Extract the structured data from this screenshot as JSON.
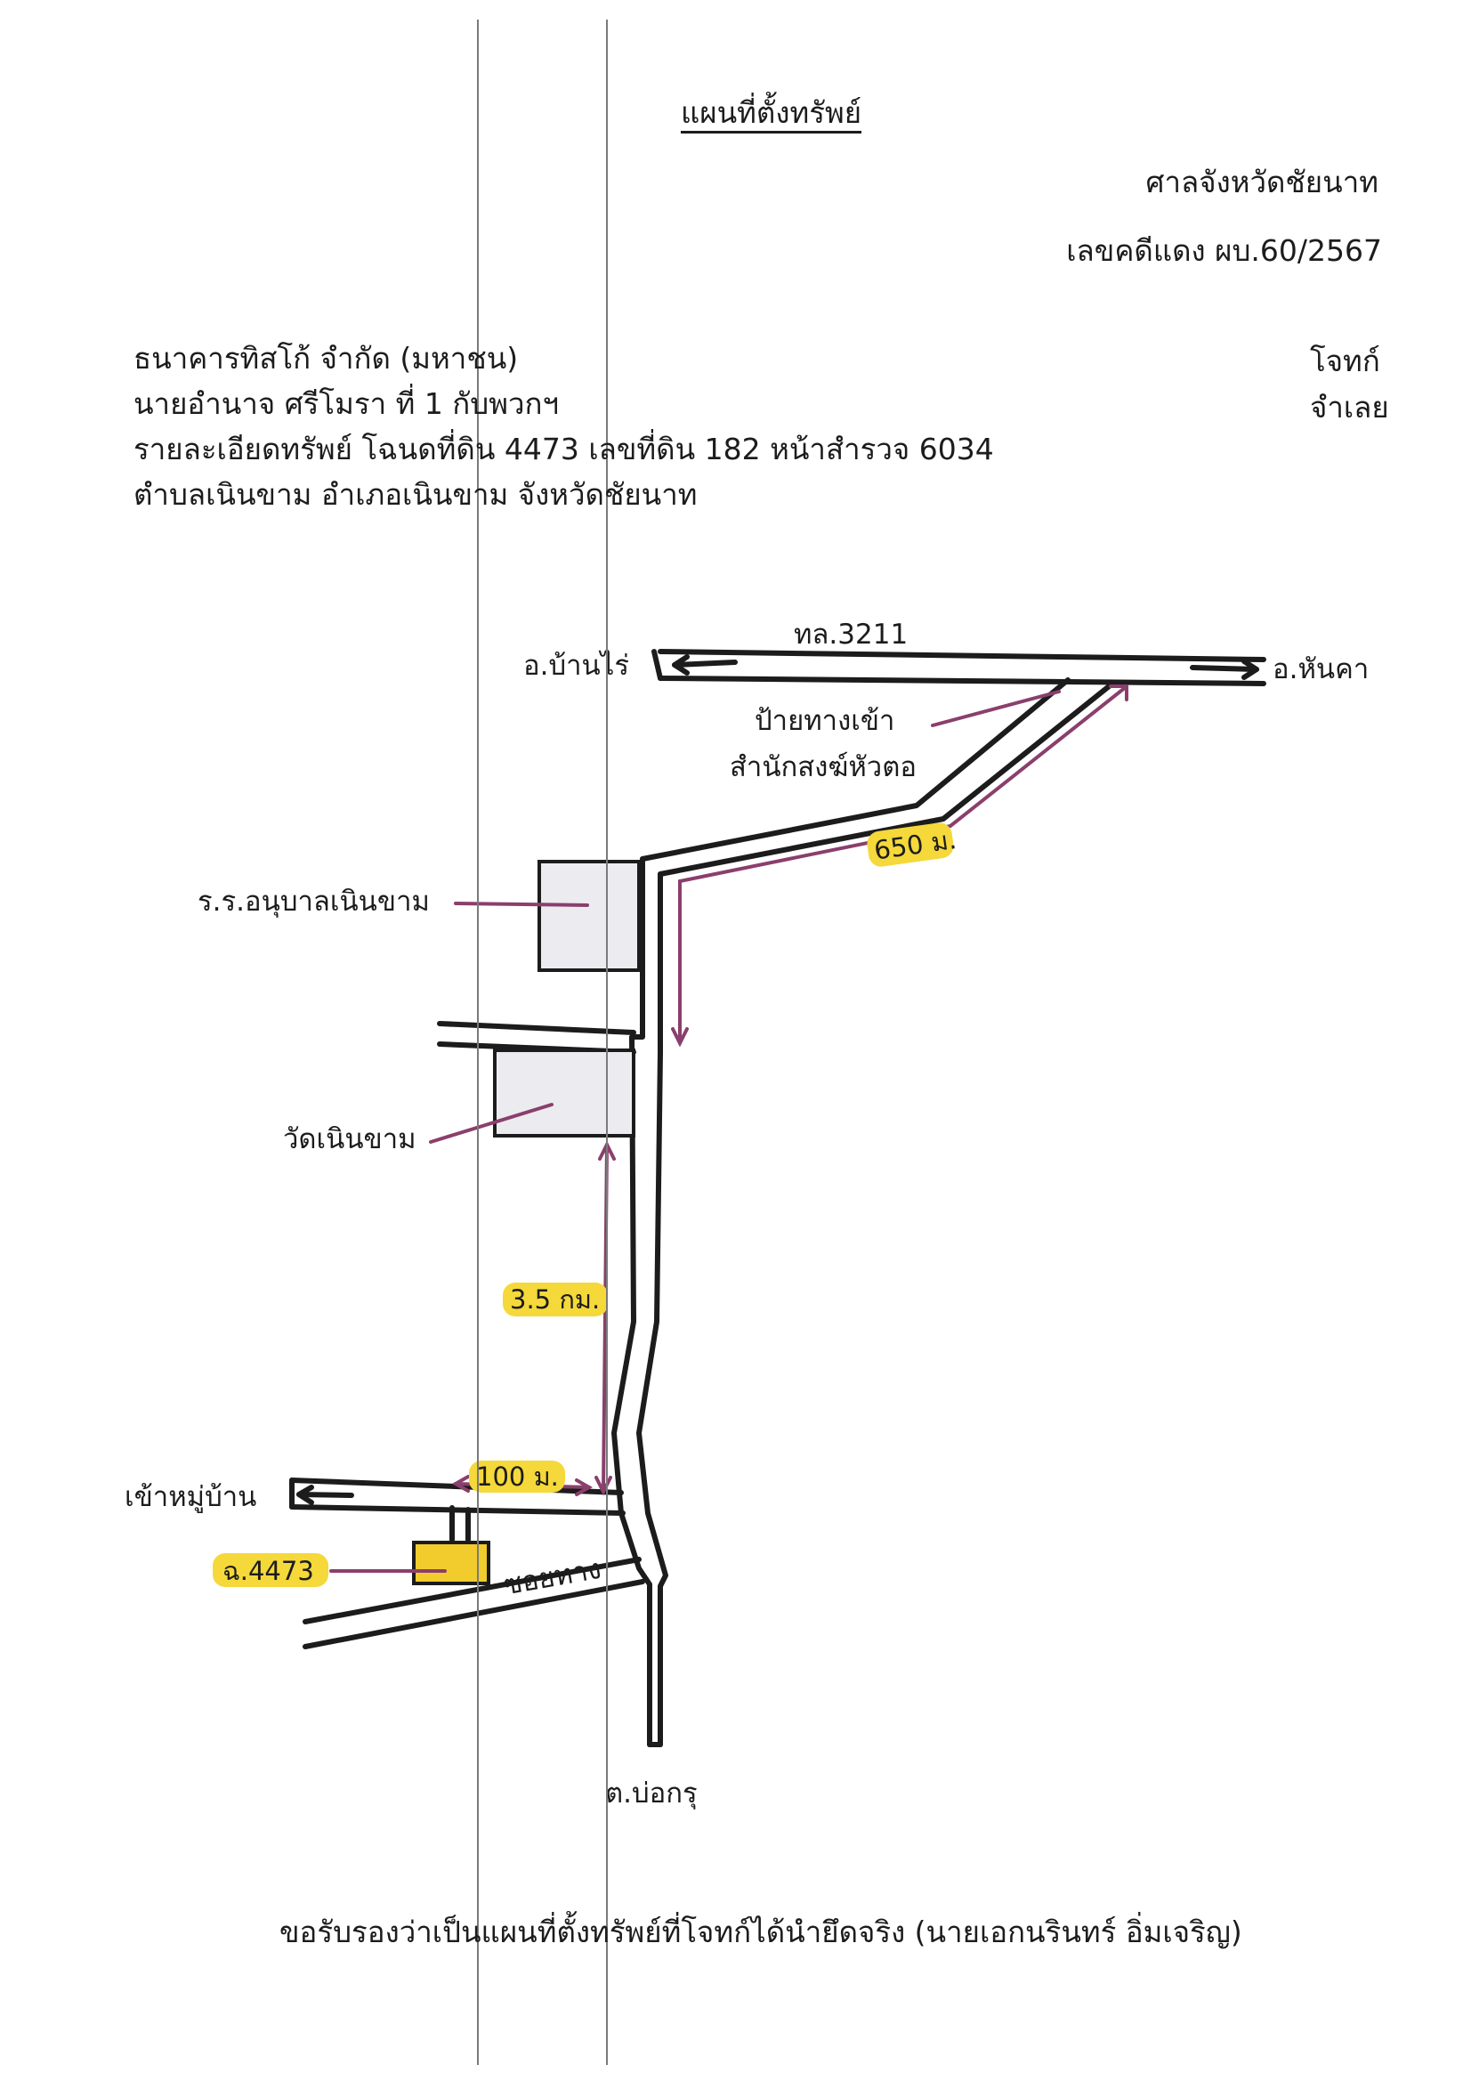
{
  "header": {
    "title": "แผนที่ตั้งทรัพย์",
    "court": "ศาลจังหวัดชัยนาท",
    "case_number": "เลขคดีแดง ผบ.60/2567"
  },
  "parties": {
    "lines": [
      "ธนาคารทิสโก้ จำกัด (มหาชน)",
      "นายอำนาจ ศรีโมรา ที่ 1 กับพวกฯ",
      "รายละเอียดทรัพย์ โฉนดที่ดิน 4473 เลขที่ดิน 182 หน้าสำรวจ 6034",
      "ตำบลเนินขาม อำเภอเนินขาม จังหวัดชัยนาท"
    ],
    "roles": [
      "โจทก์",
      "จำเลย"
    ]
  },
  "map": {
    "highway_label": "ทล.3211",
    "west_destination": "อ.บ้านไร่",
    "east_destination": "อ.หันคา",
    "entrance_sign": [
      "ป้ายทางเข้า",
      "สำนักสงฆ์หัวตอ"
    ],
    "school": "ร.ร.อนุบาลเนินขาม",
    "temple": "วัดเนินขาม",
    "village_entrance": "เข้าหมู่บ้าน",
    "side_road": "ซอยทาง",
    "south_destination": "ต.บ่อกรุ",
    "parcel_label": "ฉ.4473",
    "distances": {
      "segment_1": "650 ม.",
      "segment_2": "3.5 กม.",
      "segment_3": "100 ม."
    }
  },
  "certification": "ขอรับรองว่าเป็นแผนที่ตั้งทรัพย์ที่โจทก์ได้นำยึดจริง (นายเอกนรินทร์ อิ่มเจริญ)",
  "colors": {
    "road": "#1c1c1c",
    "pointer": "#8a3f6c",
    "highlight": "#f5d83a",
    "building_fill": "#ececf0",
    "parcel_fill": "#f2cc2c"
  }
}
